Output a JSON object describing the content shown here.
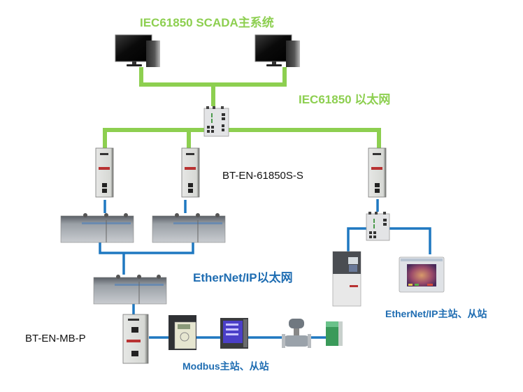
{
  "diagram": {
    "title": "IEC61850 SCADA主系统",
    "network_labels": {
      "iec61850_lan": "IEC61850 以太网",
      "ethernet_ip_lan": "EtherNet/IP以太网"
    },
    "device_labels": {
      "gateway_61850": "BT-EN-61850S-S",
      "gateway_modbus": "BT-EN-MB-P"
    },
    "group_labels": {
      "ethernet_ip_master_slave": "EtherNet/IP主站、从站",
      "modbus_master_slave": "Modbus主站、从站"
    },
    "colors": {
      "iec61850_link": "#8dcf50",
      "ethernet_ip_link": "#1f78c1",
      "title_green": "#8dcf50",
      "label_blue": "#1f6db2"
    },
    "nodes": [
      {
        "id": "scada-pc-1",
        "type": "workstation"
      },
      {
        "id": "scada-pc-2",
        "type": "workstation"
      },
      {
        "id": "core-switch",
        "type": "managed-switch"
      },
      {
        "id": "gateway-61850-1",
        "type": "gateway"
      },
      {
        "id": "gateway-61850-2",
        "type": "gateway"
      },
      {
        "id": "gateway-61850-3",
        "type": "gateway"
      },
      {
        "id": "plc-1",
        "type": "plc-rack"
      },
      {
        "id": "plc-2",
        "type": "plc-rack"
      },
      {
        "id": "plc-3",
        "type": "plc-rack"
      },
      {
        "id": "switch-ethernet-ip",
        "type": "managed-switch"
      },
      {
        "id": "vfd-drive",
        "type": "drive"
      },
      {
        "id": "hmi-panel",
        "type": "hmi"
      },
      {
        "id": "gateway-modbus",
        "type": "gateway"
      },
      {
        "id": "modbus-vfd",
        "type": "drive"
      },
      {
        "id": "power-meter",
        "type": "meter"
      },
      {
        "id": "flow-meter",
        "type": "flowmeter"
      },
      {
        "id": "signal-isolator",
        "type": "din-module"
      }
    ]
  }
}
